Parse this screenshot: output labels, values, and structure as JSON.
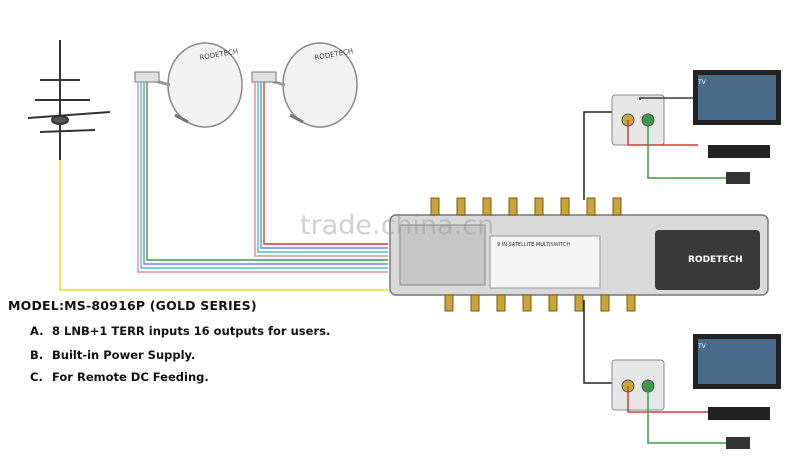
{
  "model_title": "MODEL:MS-80916P (GOLD SERIES)",
  "features": [
    {
      "letter": "A.",
      "text": "8 LNB+1 TERR inputs 16 outputs for users."
    },
    {
      "letter": "B.",
      "text": "Built-in Power Supply."
    },
    {
      "letter": "C.",
      "text": "For Remote DC Feeding."
    }
  ],
  "brand_logo": "RODETECH",
  "device_label": "9 IN SATELLITE MULTISWITCH",
  "tv_label": "TV",
  "watermark": "trade.china.cn",
  "colors": {
    "antenna_cable": "#e8e85a",
    "ground_cable": "#b0b0b0",
    "cable_red": "#d63a3a",
    "cable_green": "#3a9a4a",
    "cable_blue": "#6a8ad8",
    "cable_cyan": "#4ac0c8",
    "cable_pink": "#e08aa0",
    "gold_connector": "#c9a43a"
  }
}
